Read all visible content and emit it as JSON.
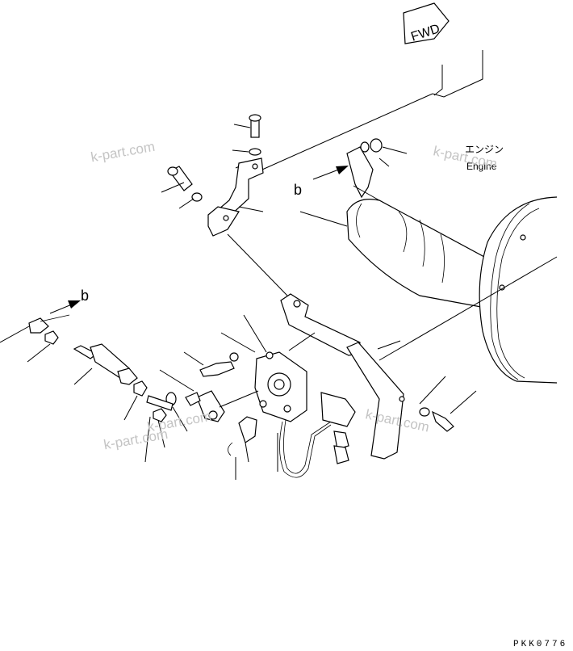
{
  "labels": {
    "fwd": "FWD",
    "engine_jp": "エンジン",
    "engine_en": "Engine",
    "view_b_top": "b",
    "view_b_left": "b",
    "drawing_code": "PKK0776"
  },
  "watermarks": [
    "k-part.com",
    "k-part.com",
    "k-part.com",
    "k-part.com",
    "k-part.com"
  ]
}
